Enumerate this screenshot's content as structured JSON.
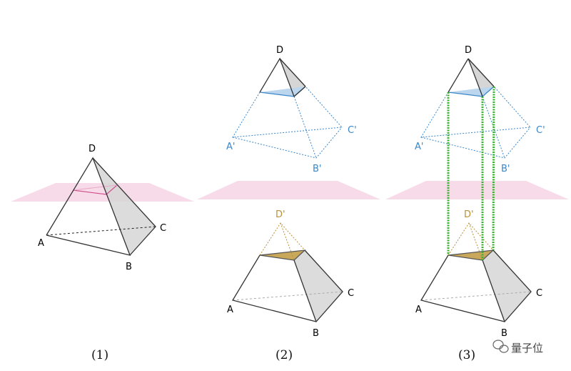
{
  "colors": {
    "plane": "#f7d9e8",
    "section1": "#d0508f",
    "blue": "#3a86c8",
    "gold": "#b8913a",
    "green": "#3cb034",
    "face": "#d9d9d9"
  },
  "panel1": {
    "caption": "(1)",
    "labels": {
      "D": "D",
      "A": "A",
      "B": "B",
      "C": "C"
    }
  },
  "panel2": {
    "caption": "(2)",
    "labels": {
      "D": "D",
      "A_prime": "A'",
      "B_prime": "B'",
      "C_prime": "C'",
      "D_prime": "D'",
      "A": "A",
      "B": "B",
      "C": "C"
    }
  },
  "panel3": {
    "caption": "(3)",
    "labels": {
      "D": "D",
      "A_prime": "A'",
      "B_prime": "B'",
      "C_prime": "C'",
      "D_prime": "D'",
      "A": "A",
      "B": "B",
      "C": "C"
    }
  },
  "watermark": {
    "text": "量子位",
    "icon": "wechat-icon"
  }
}
